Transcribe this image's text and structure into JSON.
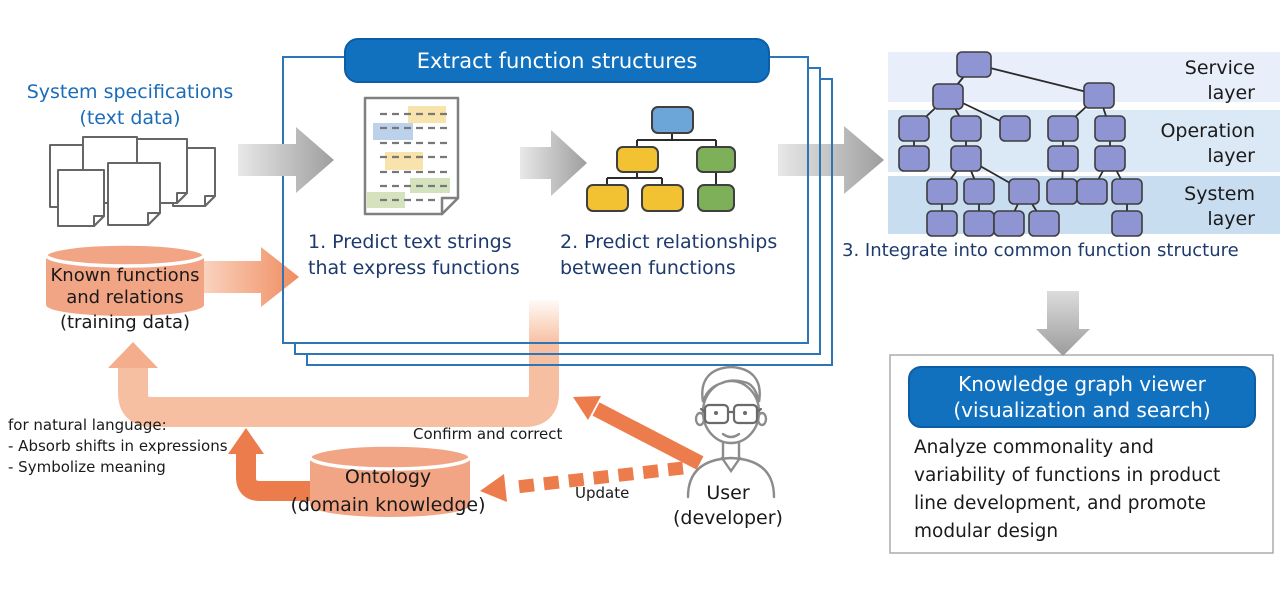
{
  "system_specs": {
    "line1": "System specifications",
    "line2": "(text data)"
  },
  "panel": {
    "banner": "Extract function structures",
    "step1": {
      "line1": "1. Predict text strings",
      "line2": "that express functions"
    },
    "step2": {
      "line1": "2. Predict relationships",
      "line2": "between functions"
    }
  },
  "layers": {
    "service": {
      "line1": "Service",
      "line2": "layer"
    },
    "operation": {
      "line1": "Operation",
      "line2": "layer"
    },
    "system": {
      "line1": "System",
      "line2": "layer"
    }
  },
  "step3": "3. Integrate into common function structure",
  "viewer": {
    "banner_line1": "Knowledge graph viewer",
    "banner_line2": "(visualization and search)",
    "desc_lines": [
      "Analyze commonality and",
      "variability of functions in product",
      "line development, and promote",
      "modular design"
    ]
  },
  "training_db": {
    "line1": "Known functions",
    "line2": "and relations",
    "caption": "(training data)"
  },
  "ontology_db": {
    "label": "Ontology",
    "caption": "(domain knowledge)"
  },
  "nl_notes": {
    "line1": "for natural language:",
    "line2": "- Absorb shifts in expressions",
    "line3": "- Symbolize meaning"
  },
  "flow_labels": {
    "confirm": "Confirm and correct",
    "update": "Update"
  },
  "user": {
    "line1": "User",
    "line2": "(developer)"
  },
  "colors": {
    "banner_blue": "#1171bf",
    "panel_border_blue": "#2e75b6",
    "heading_blue": "#1b6cb8",
    "step_text_navy": "#1e3a6d",
    "salmon_fill": "#f2a585",
    "salmon_light": "#f7bfa1",
    "orange_arrow": "#ed7c4d",
    "gray_arrow": "#9e9e9e",
    "node_purple": "#8f94d2",
    "band_service": "#e9effa",
    "band_operation": "#dbe8f6",
    "band_system": "#c9ddf1",
    "tree_blue": "#6ca6d9",
    "tree_yellow": "#f2c232",
    "tree_green": "#7db059"
  }
}
